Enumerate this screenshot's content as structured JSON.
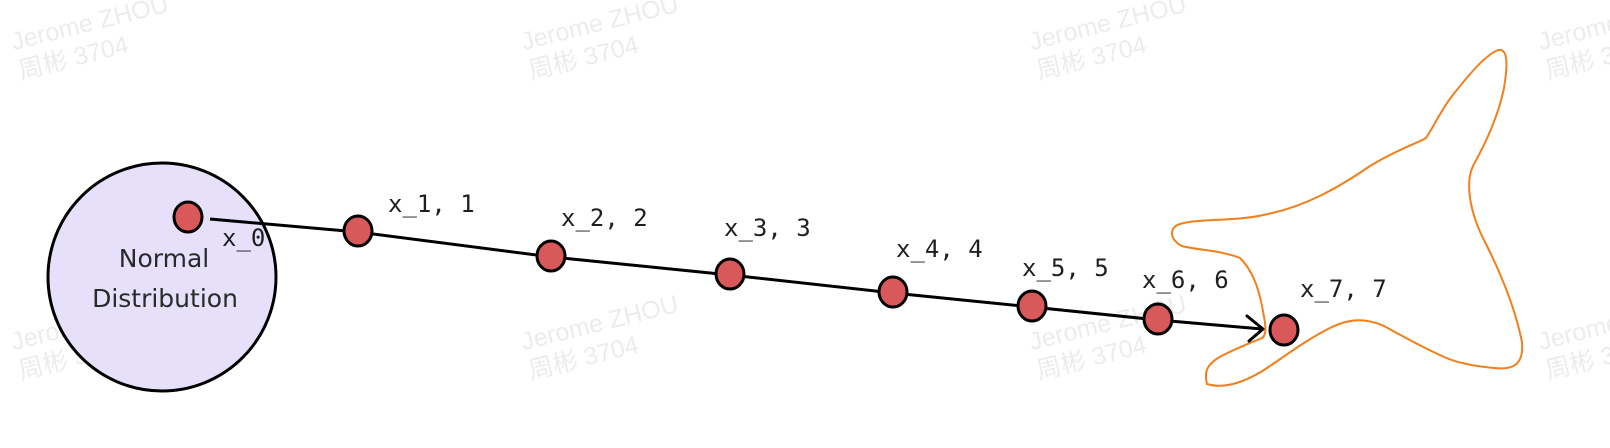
{
  "watermark": {
    "line1": "Jerome ZHOU",
    "line2": "周彬 3704"
  },
  "distribution": {
    "line1": "Normal",
    "line2": "Distribution"
  },
  "steps": [
    {
      "label": "x_0"
    },
    {
      "label": "x_1, 1"
    },
    {
      "label": "x_2, 2"
    },
    {
      "label": "x_3, 3"
    },
    {
      "label": "x_4, 4"
    },
    {
      "label": "x_5, 5"
    },
    {
      "label": "x_6, 6"
    },
    {
      "label": "x_7, 7"
    }
  ],
  "colors": {
    "circle_fill": "#e6e0fb",
    "node_fill": "#d9595b",
    "target_outline": "#f07f1c",
    "stroke": "#000000"
  }
}
